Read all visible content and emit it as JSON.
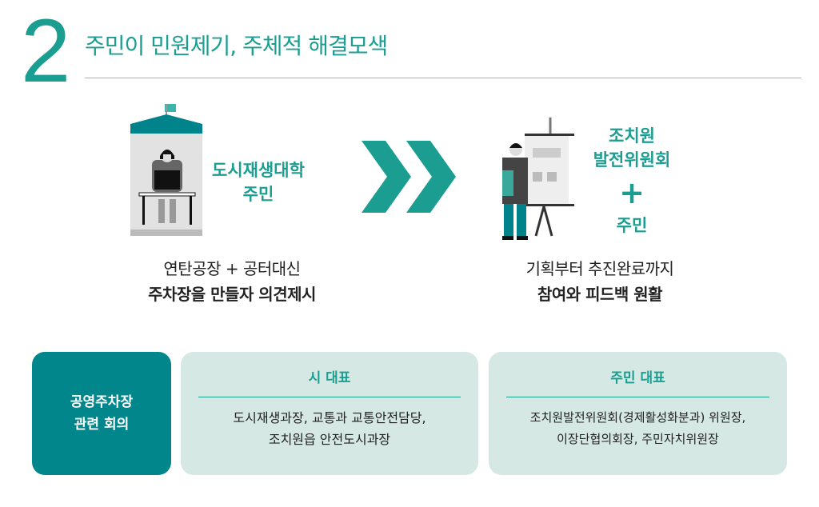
{
  "header": {
    "number": "2",
    "title": "주민이 민원제기, 주체적 해결모색"
  },
  "left": {
    "label_lines": [
      "도시재생대학",
      "주민"
    ],
    "caption": "연탄공장 + 공터대신",
    "caption_bold": "주차장을 만들자 의견제시"
  },
  "right": {
    "label_lines": [
      "조치원",
      "발전위원회"
    ],
    "plus": "+",
    "label2": "주민",
    "caption": "기획부터 추진완료까지",
    "caption_bold": "참여와 피드백 원활"
  },
  "meeting": {
    "lines": [
      "공영주차장",
      "관련 회의"
    ]
  },
  "city": {
    "title": "시 대표",
    "lines": [
      "도시재생과장, 교통과 교통안전담당,",
      "조치원읍 안전도시과장"
    ]
  },
  "residents": {
    "title": "주민 대표",
    "lines": [
      "조치원발전위원회(경제활성화분과) 위원장,",
      "이장단협의회장, 주민자치위원장"
    ]
  },
  "colors": {
    "teal": "#1b9e91",
    "dark_teal": "#00868b",
    "light": "#d5e8e3"
  }
}
